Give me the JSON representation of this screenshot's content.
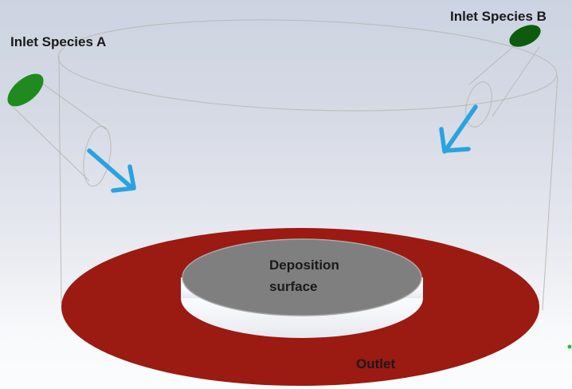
{
  "viewport": {
    "description": "3D reactor geometry with two angled inlet pipes, annular outlet floor and central deposition disk",
    "labels": {
      "inlet_a": "Inlet Species A",
      "inlet_b": "Inlet Species B",
      "deposition_line1": "Deposition",
      "deposition_line2": "surface",
      "outlet": "Outlet"
    },
    "icons": {
      "flow_arrow_a": "blue flow-direction arrow pointing down-right",
      "flow_arrow_b": "blue flow-direction arrow pointing down-left",
      "axis_marker": "green axis-triad fragment at right edge"
    },
    "colors": {
      "background_top": "#cdd3e1",
      "background_bottom": "#fbfcfd",
      "outlet_red": "#9b1a12",
      "deposition_gray": "#7f7f7f",
      "disk_rim_gray": "#a8a8a8",
      "disk_side_white": "#f8f9fc",
      "disk_side_shade": "#e7e9ef",
      "inlet_a_green": "#1f8b1f",
      "inlet_b_green": "#0d5c0d",
      "arrow_blue": "#29a3e0",
      "wireframe_gray": "#b7b7b1",
      "axis_green": "#22c522",
      "label_text": "#1a1a1a"
    }
  }
}
